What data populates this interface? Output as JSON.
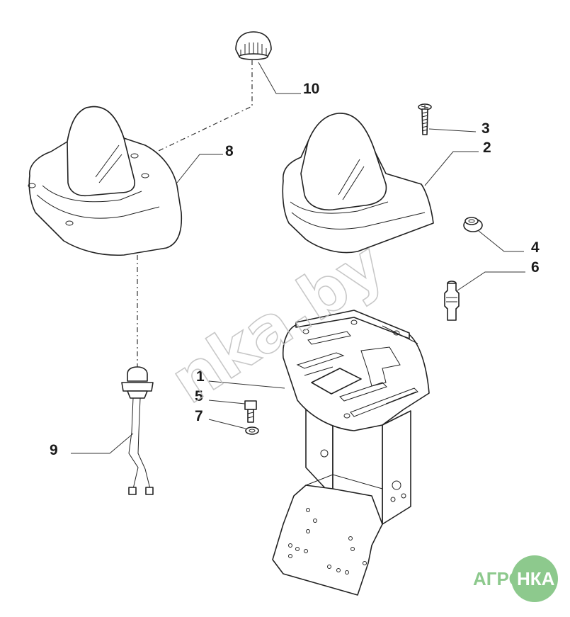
{
  "diagram": {
    "callouts": [
      "1",
      "2",
      "3",
      "4",
      "5",
      "6",
      "7",
      "8",
      "9",
      "10"
    ],
    "watermark": "nka.by",
    "logo": {
      "left": "АГРО",
      "right": "НКА"
    }
  },
  "colors": {
    "line": "#222222",
    "logo": "#8dc98d",
    "watermark": "#bfbfbf"
  }
}
